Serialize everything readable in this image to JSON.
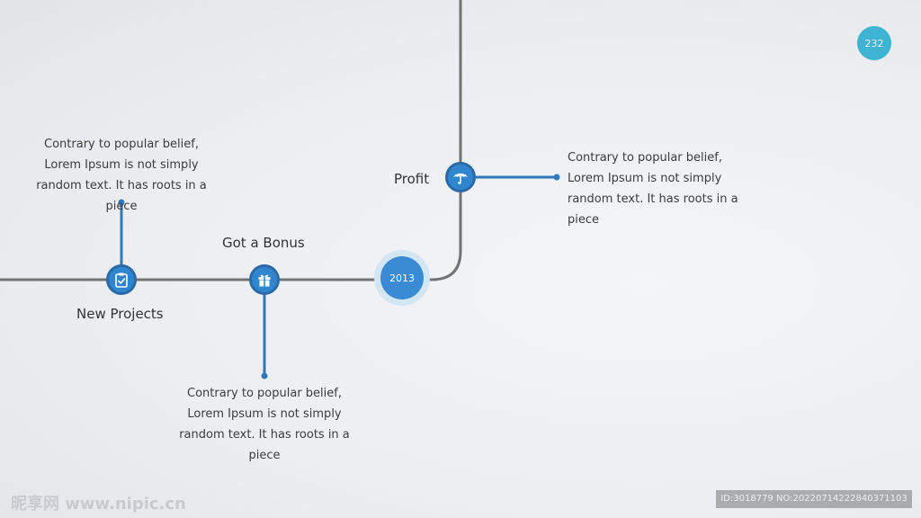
{
  "timeline": {
    "year": "2013",
    "page_number": "232",
    "events": [
      {
        "label": "New Projects",
        "icon": "clipboard-check-icon",
        "description": "Contrary to popular belief, Lorem Ipsum is not simply random text. It has roots in a piece"
      },
      {
        "label": "Got a Bonus",
        "icon": "gift-icon",
        "description": "Contrary to popular belief, Lorem Ipsum is not simply random text. It has roots in a piece"
      },
      {
        "label": "Profit",
        "icon": "umbrella-icon",
        "description": "Contrary to popular belief, Lorem Ipsum is not simply random text. It has roots in a piece"
      }
    ]
  },
  "colors": {
    "node_fill": "#2f86cf",
    "node_border": "#2a6aa8",
    "timeline_line": "#737373",
    "page_badge": "#3fb3d3"
  },
  "watermark": {
    "logo_text": "昵享网 www.nipic.cn",
    "id_text": "ID:3018779 NO:20220714222840371103"
  }
}
